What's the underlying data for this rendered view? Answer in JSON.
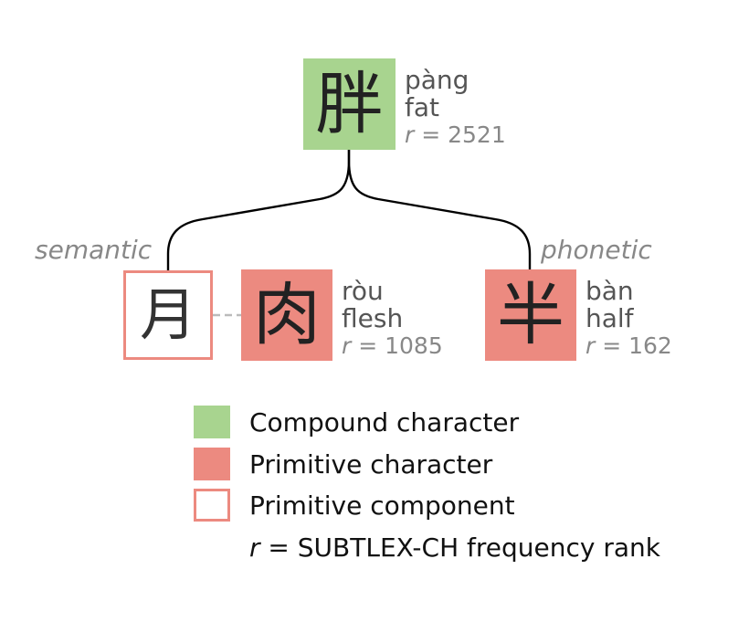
{
  "colors": {
    "compound": "#a8d48f",
    "primitive": "#ec8a80",
    "component_border": "#ec8a80",
    "connector": "#000000",
    "dashed_link": "#bbbbbb"
  },
  "compound": {
    "char": "胖",
    "pinyin": "pàng",
    "meaning": "fat",
    "rank_symbol": "r",
    "rank_text": " = 2521"
  },
  "semantic": {
    "role_label": "semantic",
    "component_char": "月",
    "char": "肉",
    "pinyin": "ròu",
    "meaning": "flesh",
    "rank_symbol": "r",
    "rank_text": " = 1085"
  },
  "phonetic": {
    "role_label": "phonetic",
    "char": "半",
    "pinyin": "bàn",
    "meaning": "half",
    "rank_symbol": "r",
    "rank_text": " = 162"
  },
  "legend": {
    "compound_label": "Compound character",
    "primitive_label": "Primitive character",
    "component_label": "Primitive component",
    "rank_symbol": "r",
    "rank_label": " = SUBTLEX-CH frequency rank"
  }
}
